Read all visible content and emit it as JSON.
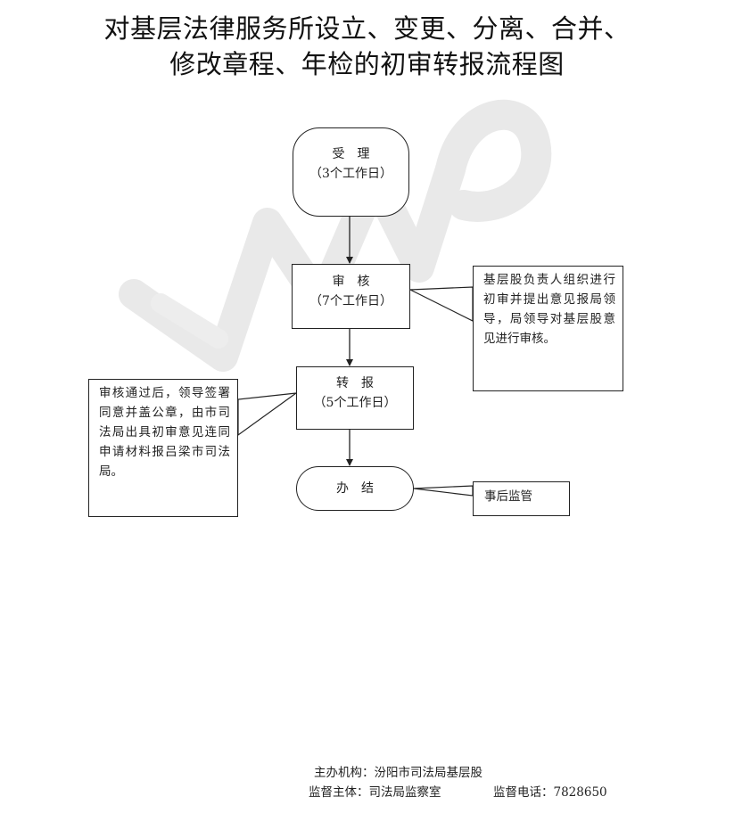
{
  "title": {
    "line1": "对基层法律服务所设立、变更、分离、合并、",
    "line2": "修改章程、年检的初审转报流程图"
  },
  "watermark": {
    "text": "WPS",
    "color": "#e6e6e6"
  },
  "flow": {
    "accept": {
      "label": "受　理",
      "days": "（3个工作日）"
    },
    "review": {
      "label": "审　核",
      "days": "（7个工作日）"
    },
    "forward": {
      "label": "转　报",
      "days": "（5个工作日）"
    },
    "done": {
      "label": "办　结"
    }
  },
  "notes": {
    "review": "基层股负责人组织进行初审并提出意见报局领导，局领导对基层股意见进行审核。",
    "forward": "审核通过后，领导签署同意并盖公章，由市司法局出具初审意见连同申请材料报吕梁市司法局。",
    "supervise": "事后监管"
  },
  "footer": {
    "org": "主办机构：汾阳市司法局基层股",
    "supervisor": "监督主体：司法局监察室",
    "phone": "监督电话：7828650"
  }
}
